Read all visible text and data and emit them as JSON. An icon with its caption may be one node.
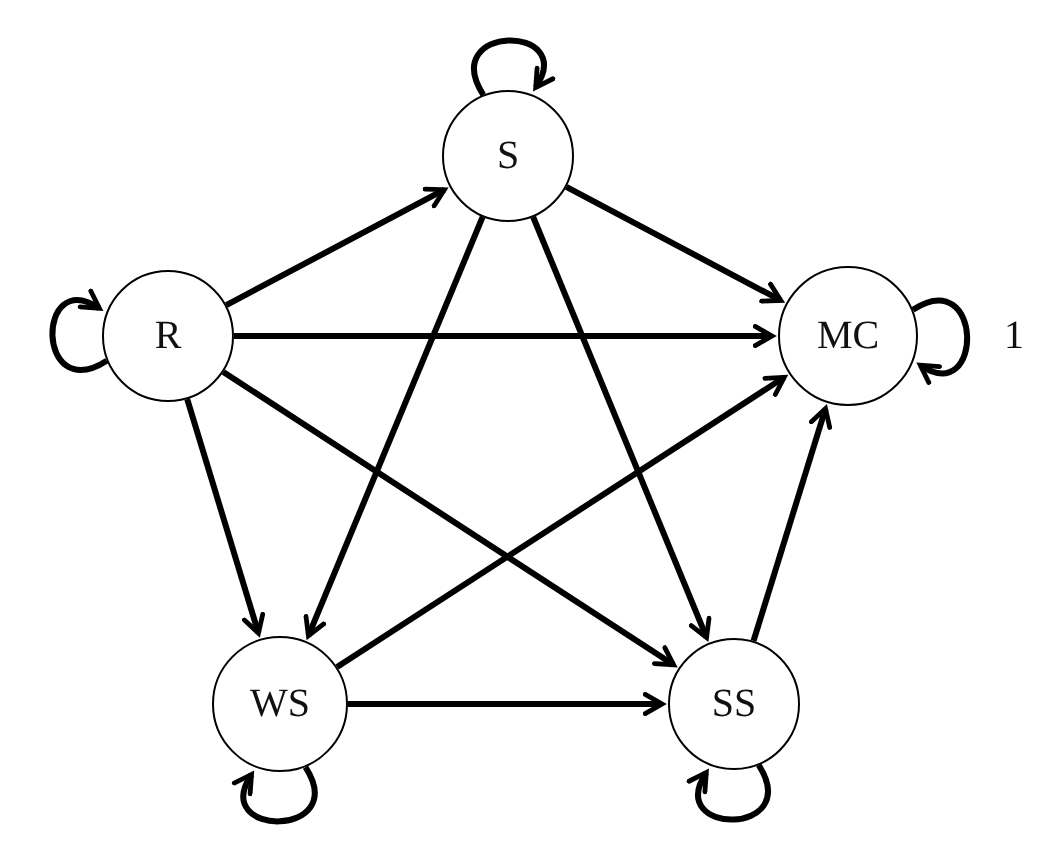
{
  "diagram": {
    "nodes": [
      {
        "text": [
          "S"
        ]
      },
      {
        "text": [
          "R"
        ]
      },
      {
        "text": [
          "MC"
        ]
      },
      {
        "text": [
          "WS"
        ]
      },
      {
        "text": [
          "SS"
        ]
      }
    ],
    "edges": [
      {
        "from": 0,
        "to": 0,
        "arrow": "to"
      },
      {
        "from": 1,
        "to": 1,
        "arrow": "to"
      },
      {
        "from": 2,
        "to": 2,
        "arrow": "to",
        "label": "1"
      },
      {
        "from": 3,
        "to": 3,
        "arrow": "to"
      },
      {
        "from": 4,
        "to": 4,
        "arrow": "to"
      },
      {
        "from": 1,
        "to": 0,
        "arrow": "to"
      },
      {
        "from": 1,
        "to": 2,
        "arrow": "to"
      },
      {
        "from": 1,
        "to": 3,
        "arrow": "to"
      },
      {
        "from": 1,
        "to": 4,
        "arrow": "to"
      },
      {
        "from": 0,
        "to": 2,
        "arrow": "to"
      },
      {
        "from": 0,
        "to": 3,
        "arrow": "to"
      },
      {
        "from": 0,
        "to": 4,
        "arrow": "to"
      },
      {
        "from": 3,
        "to": 2,
        "arrow": "to"
      },
      {
        "from": 3,
        "to": 4,
        "arrow": "to"
      },
      {
        "from": 4,
        "to": 2,
        "arrow": "to"
      }
    ]
  }
}
